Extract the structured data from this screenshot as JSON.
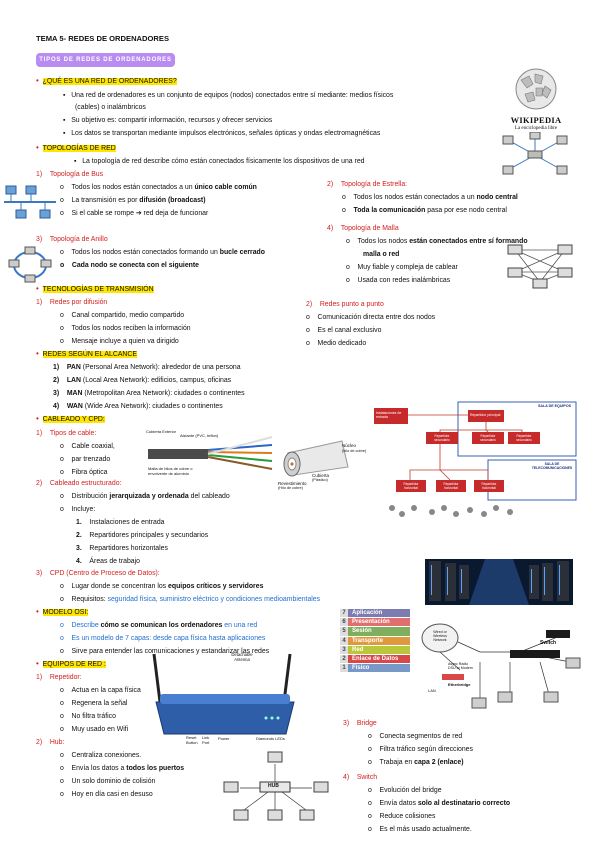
{
  "doc": {
    "title": "TEMA 5- REDES DE ORDENADORES",
    "badge": "TIPOS DE REDES DE ORDENADORES"
  },
  "s1": {
    "heading": "¿QUÉ ES UNA RED DE ORDENADORES?",
    "b1a": "Una red de ordenadores es un conjunto de equipos (nodos) conectados entre sí mediante: medios físicos",
    "b1b": "(cables) o inalámbricos",
    "b2": "Su objetivo es: compartir información, recursos y ofrecer servicios",
    "b3": "Los datos se transportan mediante impulsos electrónicos, señales ópticas y ondas electromagnéticas"
  },
  "wiki": {
    "name": "WIKIPEDIA",
    "tagline": "La enciclopedia libre"
  },
  "s2": {
    "heading": "TOPOLOGÍAS DE RED",
    "intro": "La topología de red describe cómo están conectados físicamente los dispositivos de una red",
    "bus": {
      "num": "1)",
      "title": "Topología de Bus",
      "i1a": "Todos los nodos están conectados a un ",
      "i1b": "único cable común",
      "i2a": "La transmisión es por ",
      "i2b": "difusión (broadcast)",
      "i3a": "Si el cable se rompe ",
      "i3arrow": "➔",
      "i3b": " red deja de funcionar"
    },
    "estrella": {
      "num": "2)",
      "title": "Topología de Estrella:",
      "i1a": "Todos los nodos están conectados a un ",
      "i1b": "nodo central",
      "i2a": "Toda la comunicación",
      "i2b": " pasa por ese nodo central"
    },
    "anillo": {
      "num": "3)",
      "title": "Topología de Anillo",
      "i1a": "Todos los nodos están conectados formando un ",
      "i1b": "bucle cerrado",
      "i2": "Cada nodo se conecta con el siguiente"
    },
    "malla": {
      "num": "4)",
      "title": "Topología de Malla",
      "i1a": "Todos los nodos ",
      "i1b": "están conectados entre sí formando",
      "i1c": "malla o red",
      "i2": "Muy fiable y compleja de cablear",
      "i3": "Usada con redes inalámbricas"
    }
  },
  "s3": {
    "heading": "TECNOLOGÍAS DE TRANSMISIÓN",
    "difusion": {
      "num": "1)",
      "title": "Redes por difusión",
      "i1": "Canal compartido, medio compartido",
      "i2": "Todos los nodos reciben la información",
      "i3": "Mensaje incluye a quien va dirigido"
    },
    "p2p": {
      "num": "2)",
      "title": "Redes punto a punto",
      "i1": "Comunicación directa entre dos nodos",
      "i2": "Es el canal exclusivo",
      "i3": "Medio dedicado"
    }
  },
  "s4": {
    "heading": "REDES SEGÚN EL ALCANCE",
    "items": [
      {
        "num": "1)",
        "abbr": "PAN",
        "text": " (Personal Area Network): alrededor de una persona"
      },
      {
        "num": "2)",
        "abbr": "LAN",
        "text": " (Local Area Network): edificios, campus, oficinas"
      },
      {
        "num": "3)",
        "abbr": "MAN",
        "text": " (Metropolitan Area Network): ciudades o continentes"
      },
      {
        "num": "4)",
        "abbr": "WAN",
        "text": " (Wide Area Network): ciudades o continentes"
      }
    ]
  },
  "s5": {
    "heading": "CABLEADO Y CPD:",
    "cable": {
      "num": "1)",
      "title": "Tipos de cable:",
      "i1": "Cable coaxial,",
      "i2": "par trenzado",
      "i3": "Fibra óptica"
    },
    "estructurado": {
      "num": "2)",
      "title": "Cableado estructurado:",
      "i1a": "Distribución ",
      "i1b": "jerarquizada y ordenada",
      "i1c": " del cableado",
      "i2": "Incluye:",
      "sub": [
        {
          "n": "1.",
          "t": "Instalaciones de entrada"
        },
        {
          "n": "2.",
          "t": "Repartidores principales y secundarios"
        },
        {
          "n": "3.",
          "t": "Repartidores horizontales"
        },
        {
          "n": "4.",
          "t": "Áreas de trabajo"
        }
      ]
    },
    "cpd": {
      "num": "3)",
      "title": "CPD (Centro de Proceso de Datos):",
      "i1a": "Lugar donde se concentran los ",
      "i1b": "equipos críticos y servidores",
      "i2a": "Requisitos: ",
      "i2b": "seguridad física, suministro eléctrico y condiciones medioambientales"
    }
  },
  "cablefig": {
    "l1": "Cubierta Exterior",
    "l2": "Aislante (PVC, teflon)",
    "l3": "Malla de hilos de cobre o envolvente de aluminio",
    "l4": "Núcleo",
    "l5": "(hilo de cobre)",
    "l6": "Cubierta",
    "l7": "(Plástico)",
    "l8": "Revestimiento",
    "l9": "(Hilo de cobre)"
  },
  "cabdiagram": {
    "sala1": "SALA DE EQUIPOS",
    "ent": "Instalaciones de entrada",
    "main": "Repartidor principal",
    "sec": "Repartidor secundario",
    "sala2": "SALA DE TELECOMUNICACIONES",
    "hor": "Repartidor horizontal"
  },
  "s6": {
    "heading": "MODELO OSI:",
    "i1a": "Describe ",
    "i1b": "cómo se comunican los ordenadores",
    "i1c": " en una red",
    "i2": "Es un modelo de 7 capas: desde capa física hasta aplicaciones",
    "i3": "Sirve para entender las comunicaciones y estandarizar las redes"
  },
  "osi": [
    {
      "n": "7",
      "name": "Aplicación",
      "color": "#7c7cb0"
    },
    {
      "n": "6",
      "name": "Presentación",
      "color": "#e07070"
    },
    {
      "n": "5",
      "name": "Sesión",
      "color": "#7fae5f"
    },
    {
      "n": "4",
      "name": "Transporte",
      "color": "#e09a3d"
    },
    {
      "n": "3",
      "name": "Red",
      "color": "#b8c83a"
    },
    {
      "n": "2",
      "name": "Enlace de Datos",
      "color": "#d84848"
    },
    {
      "n": "1",
      "name": "Físico",
      "color": "#7898c8"
    }
  ],
  "s7": {
    "heading": "EQUIPOS DE RED :",
    "repetidor": {
      "num": "1)",
      "title": "Repetidor:",
      "i1": "Actua en la capa física",
      "i2": "Regenera la señal",
      "i3": "No filtra tráfico",
      "i4": "Muy usado en Wifi"
    },
    "hub": {
      "num": "2)",
      "title": "Hub:",
      "i1": "Centraliza conexiones.",
      "i2a": "Envía los datos a ",
      "i2b": "todos los puertos",
      "i3": "Un solo dominio de colisión",
      "i4": "Hoy en día casi en desuso"
    },
    "bridge": {
      "num": "3)",
      "title": "Bridge",
      "i1": "Conecta segmentos de red",
      "i2": "Filtra tráfico según direcciones",
      "i3a": "Trabaja en ",
      "i3b": "capa 2 (enlace)"
    },
    "switch": {
      "num": "4)",
      "title": "Switch",
      "i1": "Evolución del bridge",
      "i2a": "Envía datos ",
      "i2b": "solo al destinatario correcto",
      "i3": "Reduce colisiones",
      "i4": "Es el más usado actualmente."
    }
  },
  "repfig": {
    "antena": "Detachable Antenna",
    "reset": "Reset Button",
    "link": "Link Port",
    "power": "Power",
    "leds": "Diamonds LEDs"
  },
  "hubfig": {
    "label": "HUB"
  },
  "netfig": {
    "switch": "Switch",
    "wired": "Wired or Wireless Network",
    "modem": "Async Radio DSU or Modem",
    "bridge": "Etherbridge",
    "lan": "LAN"
  },
  "colors": {
    "red": "#d21f1f",
    "blue": "#1f6fd1",
    "highlight": "#ffe600",
    "badge": "#b88cf0"
  }
}
